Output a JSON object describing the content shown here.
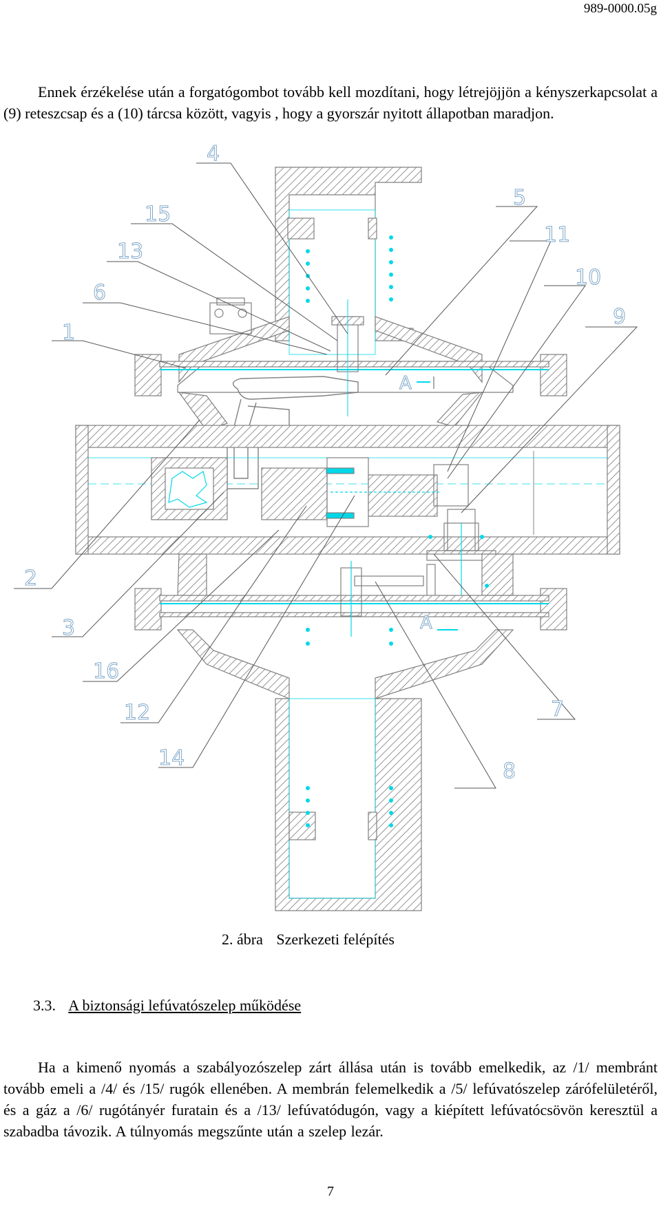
{
  "header": {
    "doc_code": "989-0000.05g"
  },
  "paragraph_1": "Ennek érzékelése után a forgatógombot tovább kell mozdítani, hogy létrejöjjön a kényszerkapcsolat a (9) reteszcsap és a (10) tárcsa között, vagyis , hogy a gyorszár nyitott állapotban maradjon.",
  "figure": {
    "callouts": [
      "1",
      "2",
      "3",
      "4",
      "5",
      "6",
      "7",
      "8",
      "9",
      "10",
      "11",
      "12",
      "13",
      "14",
      "15",
      "16"
    ],
    "section_marker_labels": [
      "A",
      "A"
    ],
    "caption_number": "2. ábra",
    "caption_text": "Szerkezeti felépítés",
    "colors": {
      "outline": "#9a9a9a",
      "hatch": "#7a7a7a",
      "accent": "#00d8e8",
      "leader": "#555555"
    }
  },
  "section": {
    "number": "3.3.",
    "title": "A biztonsági lefúvatószelep működése"
  },
  "paragraph_2": "Ha a kimenő nyomás a szabályozószelep zárt állása után is tovább emelkedik, az /1/ membránt tovább emeli a /4/ és /15/ rugók ellenében. A membrán felemelkedik a /5/ lefúvatószelep zárófelületéről, és a gáz a /6/ rugótányér furatain és a /13/ lefúvatódugón, vagy a kiépített lefúvatócsövön keresztül a szabadba távozik. A túlnyomás megszűnte után a szelep lezár.",
  "footer": {
    "page_number": "7"
  }
}
